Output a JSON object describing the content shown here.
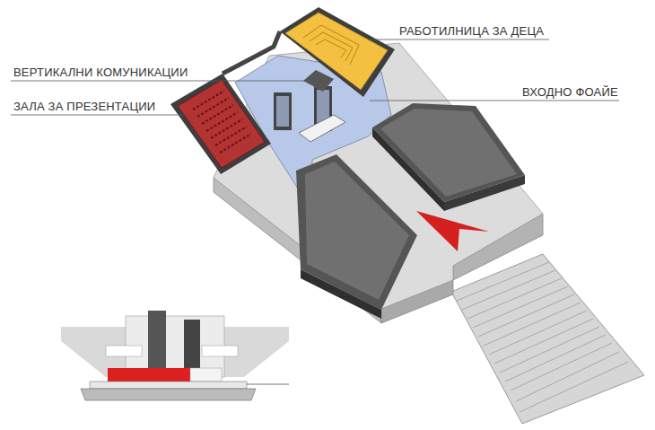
{
  "diagram": {
    "labels": [
      "РАБОТИЛНИЦА ЗА ДЕЦА",
      "ВЕРТИКАЛНИ КОМУНИКАЦИИ",
      "ВХОДНО ФОАЙЕ",
      "ЗАЛА ЗА ПРЕЗЕНТАЦИИ"
    ]
  }
}
